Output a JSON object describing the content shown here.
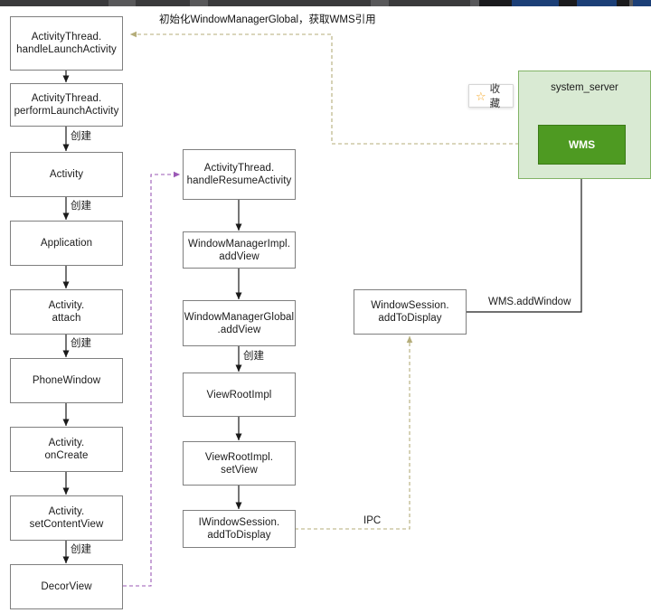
{
  "diagram": {
    "title_note": "初始化WindowManagerGlobal，获取WMS引用",
    "left_column": [
      {
        "id": "handleLaunchActivity",
        "line1": "ActivityThread.",
        "line2": "handleLaunchActivity"
      },
      {
        "id": "performLaunchActivity",
        "line1": "ActivityThread.",
        "line2": "performLaunchActivity"
      },
      {
        "id": "activity",
        "line1": "Activity",
        "line2": ""
      },
      {
        "id": "application",
        "line1": "Application",
        "line2": ""
      },
      {
        "id": "activity-attach",
        "line1": "Activity.",
        "line2": "attach"
      },
      {
        "id": "phonewindow",
        "line1": "PhoneWindow",
        "line2": ""
      },
      {
        "id": "activity-oncreate",
        "line1": "Activity.",
        "line2": "onCreate"
      },
      {
        "id": "activity-setcontentview",
        "line1": "Activity.",
        "line2": "setContentView"
      },
      {
        "id": "decorview",
        "line1": "DecorView",
        "line2": ""
      }
    ],
    "middle_column": [
      {
        "id": "handleResumeActivity",
        "line1": "ActivityThread.",
        "line2": "handleResumeActivity"
      },
      {
        "id": "windowmanagerimpl-addview",
        "line1": "WindowManagerImpl.",
        "line2": "addView"
      },
      {
        "id": "windowmanagerglobal-addview",
        "line1": "WindowManagerGlobal",
        "line2": ".addView"
      },
      {
        "id": "viewrootimpl",
        "line1": "ViewRootImpl",
        "line2": ""
      },
      {
        "id": "viewrootimpl-setview",
        "line1": "ViewRootImpl.",
        "line2": "setView"
      },
      {
        "id": "iwindowsession-addtodisplay",
        "line1": "IWindowSession.",
        "line2": "addToDisplay"
      }
    ],
    "right_column": [
      {
        "id": "windowsession-addtodisplay",
        "line1": "WindowSession.",
        "line2": "addToDisplay"
      }
    ],
    "edge_labels": {
      "create_1": "创建",
      "create_2": "创建",
      "create_3": "创建",
      "create_4": "创建",
      "create_5": "创建",
      "wms_add_window": "WMS.addWindow",
      "ipc": "IPC"
    },
    "region": {
      "label": "system_server",
      "fill": "#d9ead3",
      "stroke": "#82b366"
    },
    "wms_node": {
      "label": "WMS",
      "fill": "#4e9a22",
      "stroke": "#3b7a16",
      "text_color": "#ffffff"
    },
    "tooltip": {
      "label": "收藏",
      "icon": "star-icon",
      "icon_glyph": "☆",
      "icon_color": "#f5a623"
    },
    "colors": {
      "node_stroke": "#7f7f7f",
      "arrow": "#1a1a1a",
      "dashed_olive": "#b5ad7a",
      "dashed_purple": "#9b59b6"
    }
  }
}
